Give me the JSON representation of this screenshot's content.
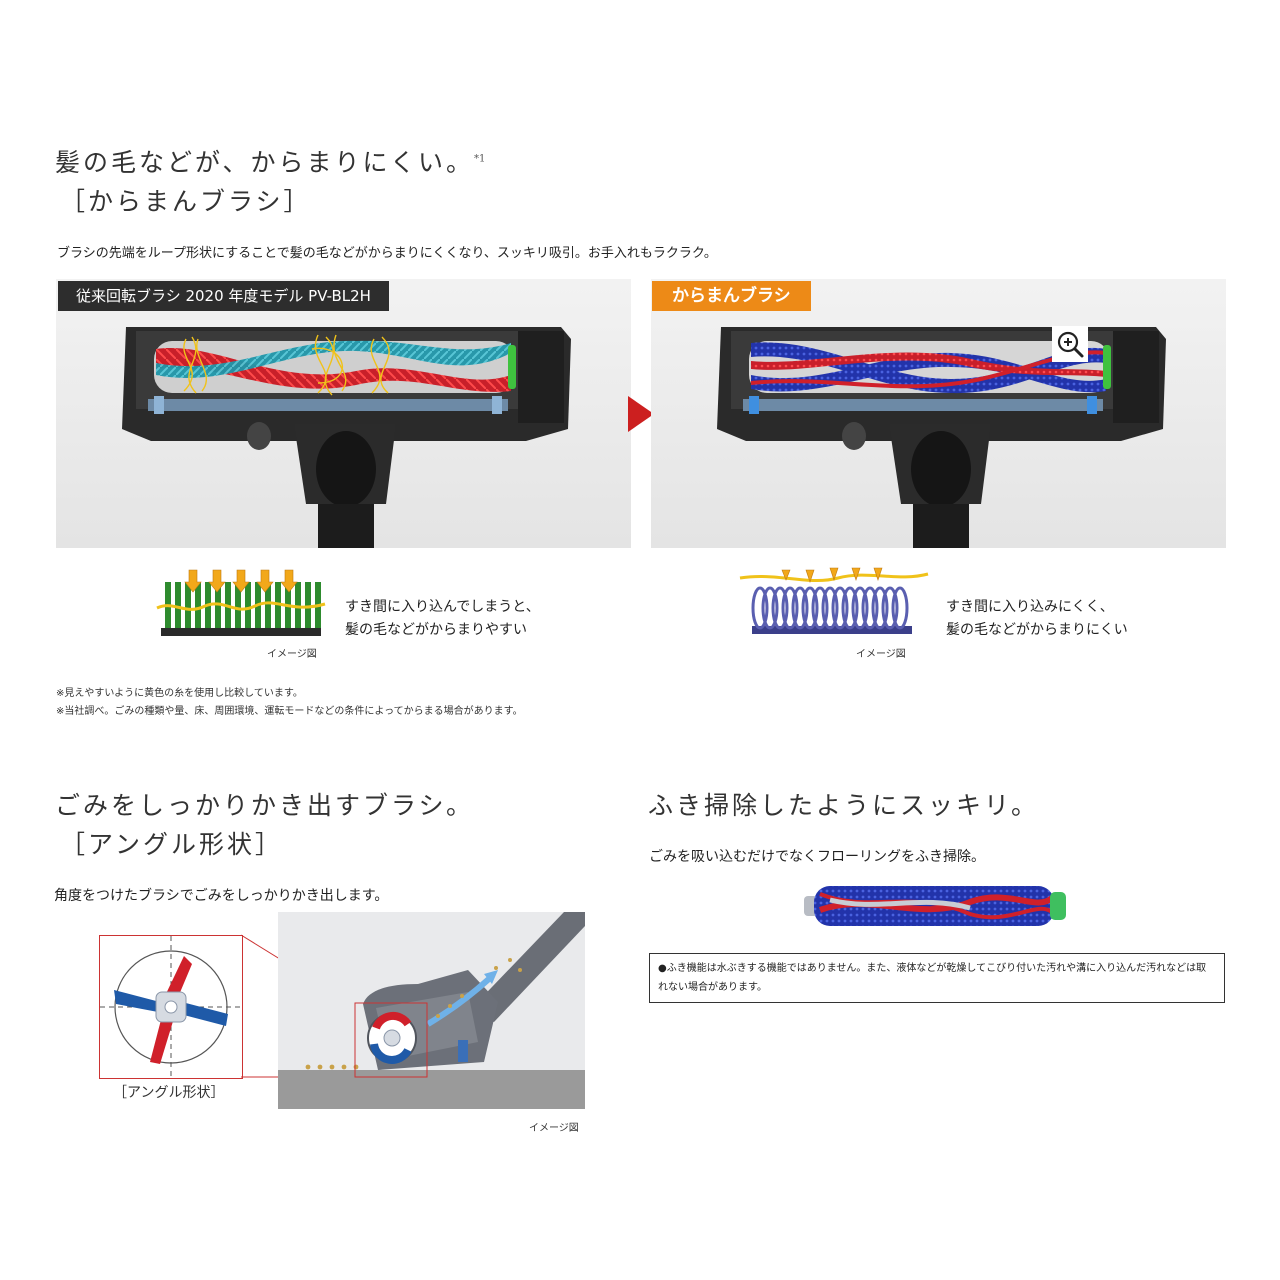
{
  "section1": {
    "title_line1": "髪の毛などが、からまりにくい。",
    "title_sup": "*1",
    "title_line2": "［からまんブラシ］",
    "description": "ブラシの先端をループ形状にすることで髪の毛などがからまりにくくなり、スッキリ吸引。お手入れもラクラク。",
    "left_tag": "従来回転ブラシ 2020 年度モデル PV-BL2H",
    "right_tag": "からまんブラシ",
    "left_caption_line1": "すき間に入り込んでしまうと、",
    "left_caption_line2": "髪の毛などがからまりやすい",
    "right_caption_line1": "すき間に入り込みにくく、",
    "right_caption_line2": "髪の毛などがからまりにくい",
    "image_label": "イメージ図",
    "note1": "※見えやすいように黄色の糸を使用し比較しています。",
    "note2": "※当社調べ。ごみの種類や量、床、周囲環境、運転モードなどの条件によってからまる場合があります。"
  },
  "section2": {
    "title_line1": "ごみをしっかりかき出すブラシ。",
    "title_line2": "［アングル形状］",
    "description": "角度をつけたブラシでごみをしっかりかき出します。",
    "diagram_label": "［アングル形状］",
    "image_label": "イメージ図"
  },
  "section3": {
    "title": "ふき掃除したようにスッキリ。",
    "description": "ごみを吸い込むだけでなくフローリングをふき掃除。",
    "note": "●ふき機能は水ぶきする機能ではありません。また、液体などが乾燥してこびり付いた汚れや溝に入り込んだ汚れなどは取れない場合があります。"
  },
  "icons": [
    "zoom-in-icon",
    "arrow-right-icon"
  ],
  "colors": {
    "orange": "#ed8a17",
    "dark_tag": "#2d2d2d",
    "arrow_red": "#cc1f1f",
    "brush_blue": "#2233aa",
    "brush_red": "#d0202a"
  }
}
